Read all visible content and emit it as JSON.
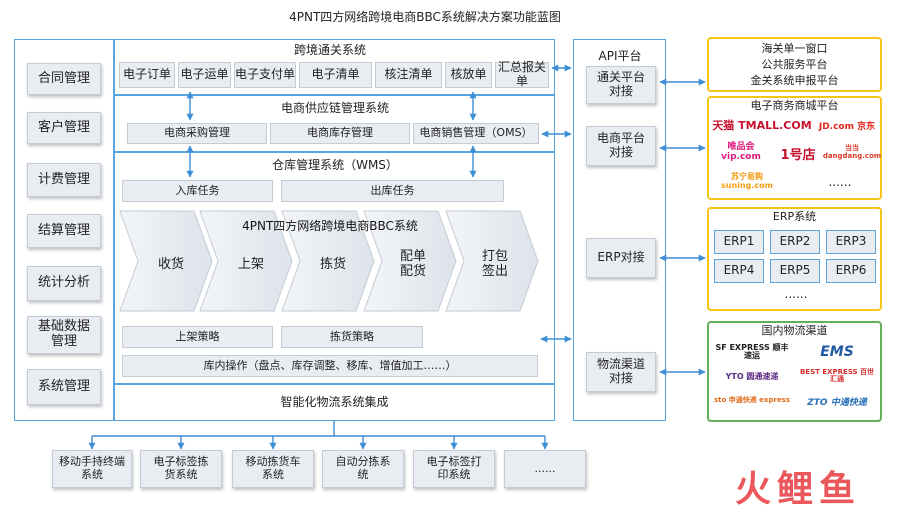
{
  "title": "4PNT四方网络跨境电商BBC系统解决方案功能蓝图",
  "left_modules": [
    "合同管理",
    "客户管理",
    "计费管理",
    "结算管理",
    "统计分析",
    "基础数据管理",
    "系统管理"
  ],
  "customs": {
    "title": "跨境通关系统",
    "items": [
      "电子订单",
      "电子运单",
      "电子支付单",
      "电子清单",
      "核注清单",
      "核放单",
      "汇总报关单"
    ]
  },
  "supply": {
    "title": "电商供应链管理系统",
    "items": [
      "电商采购管理",
      "电商库存管理",
      "电商销售管理（OMS）"
    ]
  },
  "wms": {
    "title": "仓库管理系统（WMS）",
    "tasks": [
      "入库任务",
      "出库任务"
    ],
    "watermark": "4PNT四方网络跨境电商BBC系统",
    "steps": [
      "收货",
      "上架",
      "拣货",
      "配单配货",
      "打包签出"
    ],
    "strategies": [
      "上架策略",
      "拣货策略"
    ],
    "ops": "库内操作（盘点、库存调整、移库、增值加工……）"
  },
  "logistics_integration": "智能化物流系统集成",
  "bottom_systems": [
    "移动手持终端系统",
    "电子标签拣货系统",
    "移动拣货车系统",
    "自动分拣系统",
    "电子标签打印系统",
    "......"
  ],
  "api": {
    "title": "API平台",
    "items": [
      "通关平台对接",
      "电商平台对接",
      "ERP对接",
      "物流渠道对接"
    ]
  },
  "customs_window": [
    "海关单一窗口",
    "公共服务平台",
    "金关系统申报平台"
  ],
  "ecommerce": {
    "title": "电子商务商城平台",
    "logos": [
      "天猫 TMALL.COM",
      "JD.com 京东",
      "唯品会 vip.com",
      "1号店",
      "当当 dangdang.com",
      "苏宁易购 suning.com"
    ],
    "more": "......"
  },
  "erp": {
    "title": "ERP系统",
    "items": [
      "ERP1",
      "ERP2",
      "ERP3",
      "ERP4",
      "ERP5",
      "ERP6"
    ],
    "more": "......"
  },
  "couriers": {
    "title": "国内物流渠道",
    "logos": [
      "SF EXPRESS 顺丰速运",
      "EMS",
      "YTO 圆通速递",
      "BEST EXPRESS 百世汇通",
      "sto 申通快递 express",
      "ZTO 中通快递"
    ]
  },
  "brand_watermark": "火鲤鱼",
  "colors": {
    "border": "#5aa6dc",
    "arrow": "#3f8ed6",
    "yellow": "#f5c518",
    "green": "#64b05a",
    "tmall": "#c8102e",
    "jd": "#e1251b",
    "vip": "#e0177b",
    "suning": "#f39c12",
    "sf": "#222",
    "ems": "#1f5aa6",
    "yto": "#5b2c83",
    "best": "#d42e2e",
    "sto": "#e06c1a",
    "zto": "#2a6fb8",
    "watermark": "#e8474b"
  }
}
